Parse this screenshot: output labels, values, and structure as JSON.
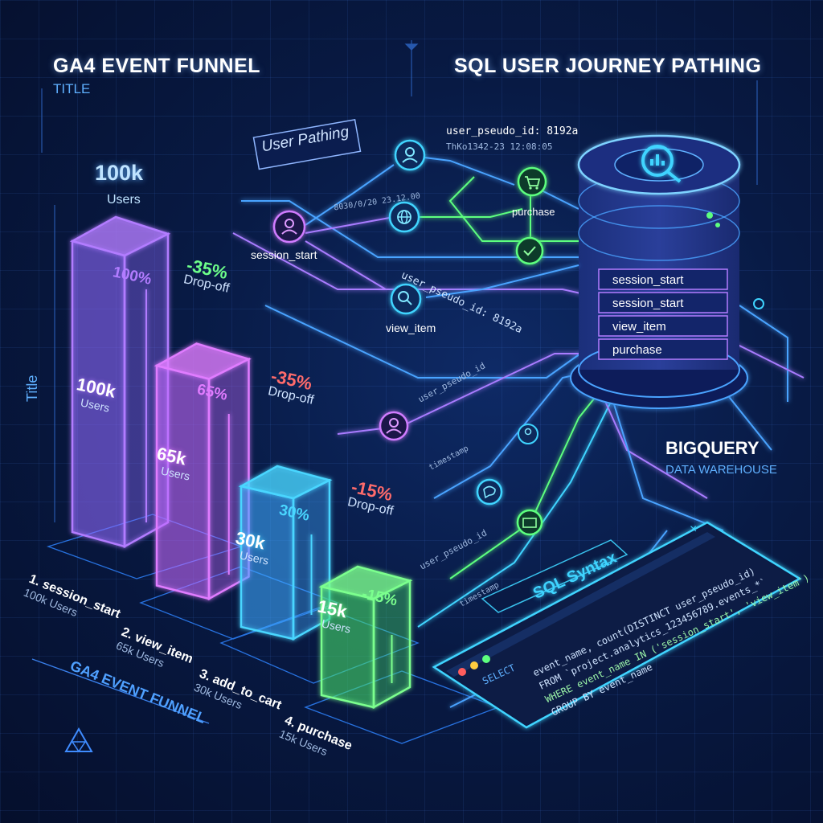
{
  "titles": {
    "funnel_title": "GA4 EVENT FUNNEL",
    "funnel_subtitle": "TITLE",
    "side_label": "Title",
    "sql_title": "SQL USER JOURNEY PATHING",
    "bigquery_title": "BIGQUERY",
    "bigquery_subtitle": "DATA WAREHOUSE",
    "funnel_floor_label": "GA4 EVENT FUNNEL"
  },
  "funnel": {
    "top_count": "100k",
    "top_users": "Users",
    "bars": [
      {
        "count": "100k",
        "users": "Users",
        "pct": "100%",
        "color": "#8f6bff",
        "glow": "#b27cff"
      },
      {
        "count": "65k",
        "users": "Users",
        "pct": "65%",
        "color": "#c66bff",
        "glow": "#e07bff"
      },
      {
        "count": "30k",
        "users": "Users",
        "pct": "30%",
        "color": "#3fa8ff",
        "glow": "#49d6ff"
      },
      {
        "count": "15k",
        "users": "Users",
        "pct": "-15%",
        "color": "#46e06a",
        "glow": "#7bff8e"
      }
    ],
    "dropoffs": [
      {
        "pct": "-35%",
        "label": "Drop-off",
        "color": "#6dff8a"
      },
      {
        "pct": "-35%",
        "label": "Drop-off",
        "color": "#ff6b6b"
      },
      {
        "pct": "-15%",
        "label": "Drop-off",
        "color": "#ff6b6b"
      }
    ],
    "steps": [
      {
        "name": "1. session_start",
        "users": "100k Users"
      },
      {
        "name": "2. view_item",
        "users": "65k Users"
      },
      {
        "name": "3. add_to_cart",
        "users": "30k Users"
      },
      {
        "name": "4. purchase",
        "users": "15k Users"
      }
    ]
  },
  "pathing": {
    "title": "User Pathing",
    "user_id": "user_pseudo_id: 8192a",
    "timestamp_top": "ThKo1342-23 12:08:05",
    "timestamp_mid": "8030/0/20 23.12.00",
    "user_id_diag": "user_pseudo_id: 8192a",
    "nodes": {
      "session_start": "session_start",
      "view_item": "view_item",
      "purchase": "purchase"
    },
    "line_labels": [
      "user_pseudo_id",
      "timestamp",
      "user_pseudo_id",
      "timestamp"
    ]
  },
  "database": {
    "rows": [
      "session_start",
      "session_start",
      "view_item",
      "purchase"
    ]
  },
  "sql": {
    "header": "SQL Syntax",
    "close": "×",
    "lines": [
      "event_name, count(DISTINCT user_pseudo_id)",
      "FROM `project.analytics_123456789.events_*`",
      "WHERE event_name IN ('session_start', 'view_item')",
      "GROUP BY event_name"
    ],
    "select": "SELECT"
  },
  "colors": {
    "purple": "#a97bff",
    "green": "#5dff7f",
    "cyan": "#3fd4ff",
    "red": "#ff6b6b"
  }
}
